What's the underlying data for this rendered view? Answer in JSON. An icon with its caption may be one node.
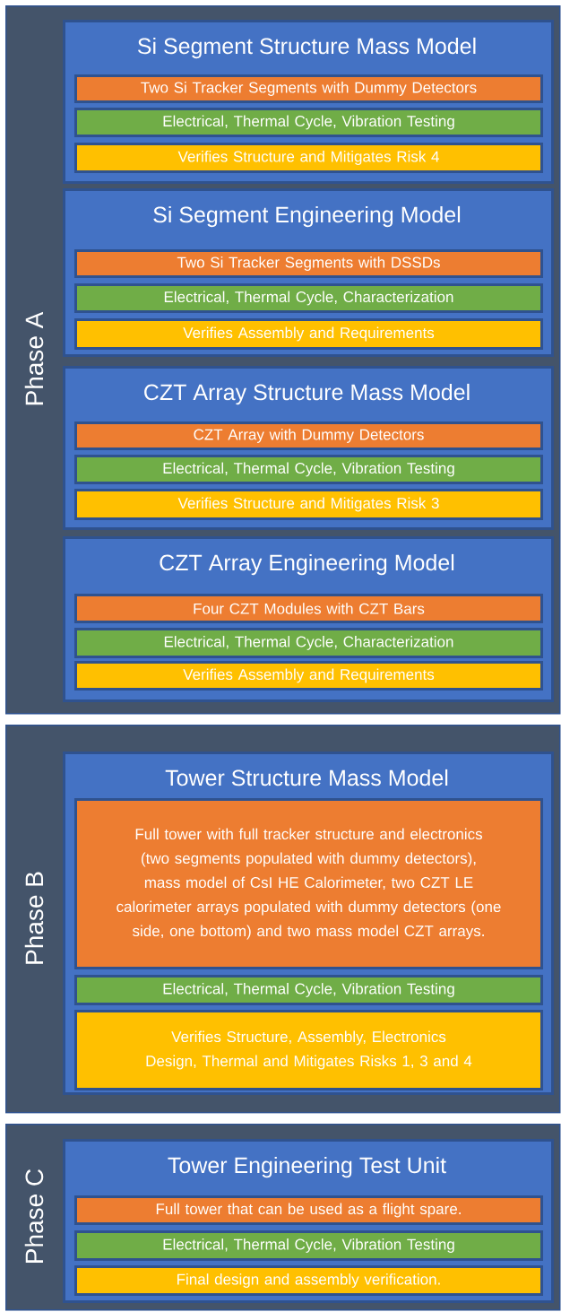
{
  "diagram": {
    "nodes": [
      {
        "text": [
          "Phase A"
        ]
      },
      {
        "text": [
          "Si Segment Structure Mass Model"
        ],
        "in": 0
      },
      {
        "text": [
          "Two Si Tracker Segments with Dummy Detectors"
        ],
        "in": 1
      },
      {
        "text": [
          "Electrical, Thermal Cycle, Vibration Testing"
        ],
        "in": 1
      },
      {
        "text": [
          "Verifies Structure and Mitigates Risk 4"
        ],
        "in": 1
      },
      {
        "text": [
          "Si Segment Engineering Model"
        ],
        "in": 0
      },
      {
        "text": [
          "Two Si Tracker Segments with DSSDs"
        ],
        "in": 5
      },
      {
        "text": [
          "Electrical, Thermal Cycle, Characterization"
        ],
        "in": 5
      },
      {
        "text": [
          "Verifies Assembly and Requirements"
        ],
        "in": 5
      },
      {
        "text": [
          "CZT Array Structure Mass Model"
        ],
        "in": 0
      },
      {
        "text": [
          "CZT Array with Dummy Detectors"
        ],
        "in": 9
      },
      {
        "text": [
          "Electrical, Thermal Cycle, Vibration Testing"
        ],
        "in": 9
      },
      {
        "text": [
          "Verifies Structure and Mitigates Risk 3"
        ],
        "in": 9
      },
      {
        "text": [
          "CZT Array Engineering Model"
        ],
        "in": 0
      },
      {
        "text": [
          "Four CZT Modules with CZT Bars"
        ],
        "in": 13
      },
      {
        "text": [
          "Electrical, Thermal Cycle, Characterization"
        ],
        "in": 13
      },
      {
        "text": [
          "Verifies Assembly and Requirements"
        ],
        "in": 13
      },
      {
        "text": [
          "Phase B"
        ]
      },
      {
        "text": [
          "Tower Structure Mass Model"
        ],
        "in": 17
      },
      {
        "text": [
          "Full tower with full tracker structure and electronics (two segments populated with dummy detectors), mass model of CsI HE Calorimeter, two CZT LE calorimeter arrays populated with dummy detectors (one side, one bottom) and two mass model CZT arrays."
        ],
        "in": 18
      },
      {
        "text": [
          "Electrical, Thermal Cycle, Vibration Testing"
        ],
        "in": 18
      },
      {
        "text": [
          "Verifies Structure, Assembly, Electronics Design, Thermal and Mitigates Risks 1, 3 and 4"
        ],
        "in": 18
      },
      {
        "text": [
          "Phase C"
        ]
      },
      {
        "text": [
          "Tower Engineering Test Unit"
        ],
        "in": 22
      },
      {
        "text": [
          "Full tower that can be used as a flight spare."
        ],
        "in": 23
      },
      {
        "text": [
          "Electrical, Thermal Cycle, Vibration Testing"
        ],
        "in": 23
      },
      {
        "text": [
          "Final design and assembly verification."
        ],
        "in": 23
      }
    ]
  }
}
